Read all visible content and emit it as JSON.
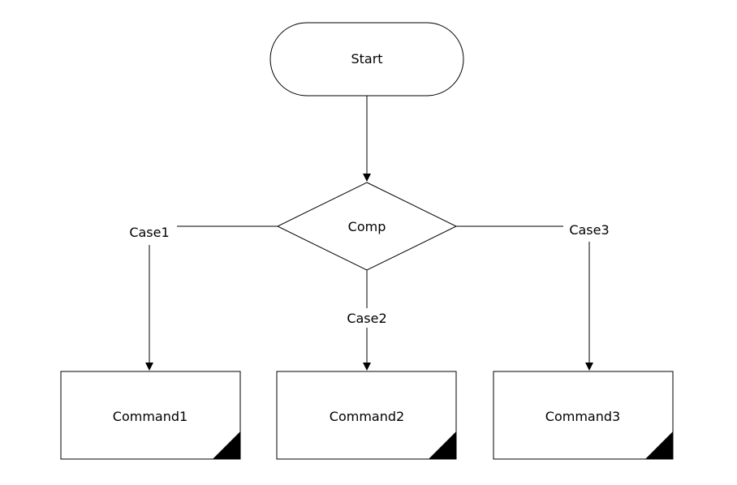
{
  "diagram": {
    "start": {
      "label": "Start"
    },
    "decision": {
      "label": "Comp"
    },
    "branches": [
      {
        "case_label": "Case1",
        "command_label": "Command1"
      },
      {
        "case_label": "Case2",
        "command_label": "Command2"
      },
      {
        "case_label": "Case3",
        "command_label": "Command3"
      }
    ],
    "colors": {
      "stroke": "#000000",
      "fill": "#ffffff",
      "corner_fill": "#000000"
    }
  }
}
